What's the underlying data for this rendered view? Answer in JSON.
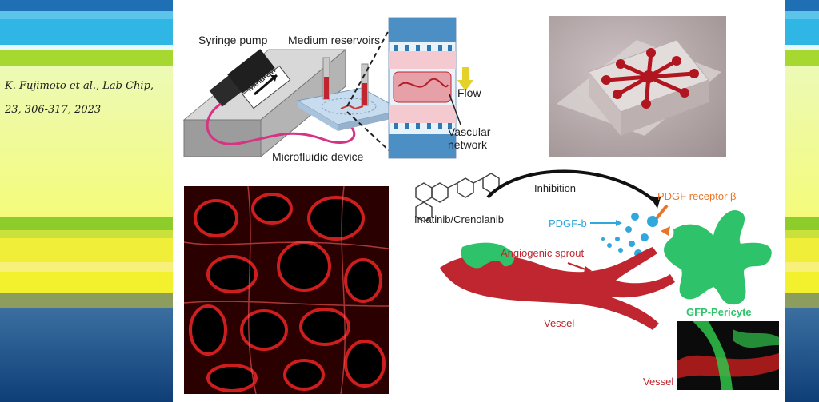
{
  "citation": {
    "line1": "K. Fujimoto et al., Lab Chip,",
    "line2": "23, 306-317, 2023"
  },
  "setup_diagram": {
    "syringe_pump": "Syringe pump",
    "medium_reservoirs": "Medium reservoirs",
    "withdraw": "withdraw",
    "flow": "Flow",
    "vascular_network": "Vascular\nnetwork",
    "microfluidic_device": "Microfluidic device"
  },
  "mechanism_diagram": {
    "inhibitors": "Imatinib/Crenolanib",
    "inhibition": "Inhibition",
    "pdgf_receptor": "PDGF receptor β",
    "pdgf_b": "PDGF-b",
    "angiogenic_sprout": "Angiogenic sprout",
    "vessel": "Vessel",
    "gfp_pericyte": "GFP-Pericyte",
    "inset_vessel": "Vessel"
  },
  "colors": {
    "vessel_red": "#c0262f",
    "pericyte_green": "#2ec36a",
    "pdgf_blue": "#31a7dd",
    "receptor_orange": "#e8752a",
    "flow_yellow": "#e4d22a"
  }
}
